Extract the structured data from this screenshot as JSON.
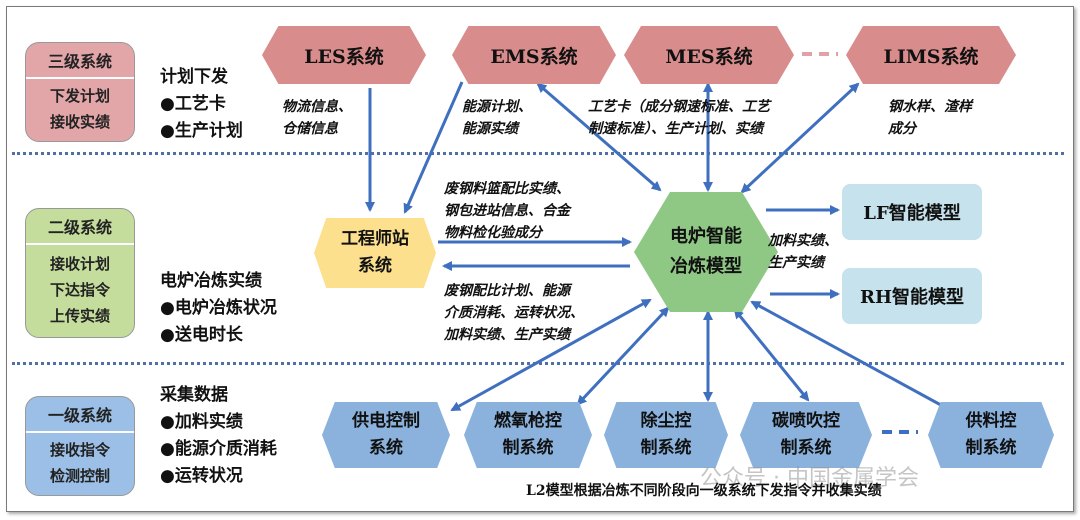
{
  "levels": {
    "l3": {
      "title": "三级系统",
      "lines": [
        "下发计划",
        "接收实绩"
      ]
    },
    "l2": {
      "title": "二级系统",
      "lines": [
        "接收计划",
        "下达指令",
        "上传实绩"
      ]
    },
    "l1": {
      "title": "一级系统",
      "lines": [
        "接收指令",
        "检测控制"
      ]
    }
  },
  "descriptions": {
    "l3": [
      "计划下发",
      "●工艺卡",
      "●生产计划"
    ],
    "l2": [
      "电炉冶炼实绩",
      "●电炉冶炼状况",
      "●送电时长"
    ],
    "l1": [
      "采集数据",
      "●加料实绩",
      "●能源介质消耗",
      "●运转状况"
    ]
  },
  "top_systems": [
    "LES系统",
    "EMS系统",
    "MES系统",
    "LIMS系统"
  ],
  "top_labels": {
    "les": [
      "物流信息、",
      "仓储信息"
    ],
    "ems": [
      "能源计划、",
      "能源实绩"
    ],
    "mes": [
      "工艺卡（成分钢速标准、工艺",
      "制速标准）、生产计划、实绩"
    ],
    "lims": [
      "钢水样、渣样",
      "成分"
    ]
  },
  "engineer": [
    "工程师站",
    "系统"
  ],
  "center": [
    "电炉智能",
    "冶炼模型"
  ],
  "models": [
    "LF智能模型",
    "RH智能模型"
  ],
  "mid_labels": {
    "to_center": [
      "废钢料篮配比实绩、",
      "钢包进站信息、合金",
      "物料检化验成分"
    ],
    "to_engineer": [
      "废钢配比计划、能源",
      "介质消耗、运转状况、",
      "加料实绩、生产实绩"
    ],
    "to_models": [
      "加料实绩、",
      "生产实绩"
    ]
  },
  "bottom_systems": [
    [
      "供电控制",
      "系统"
    ],
    [
      "燃氧枪控",
      "制系统"
    ],
    [
      "除尘控",
      "制系统"
    ],
    [
      "碳喷吹控",
      "制系统"
    ],
    [
      "供料控",
      "制系统"
    ]
  ],
  "note": "L2模型根据冶炼不同阶段向一级系统下发指令并收集实绩",
  "watermark": "公众号 · 中国金属学会"
}
